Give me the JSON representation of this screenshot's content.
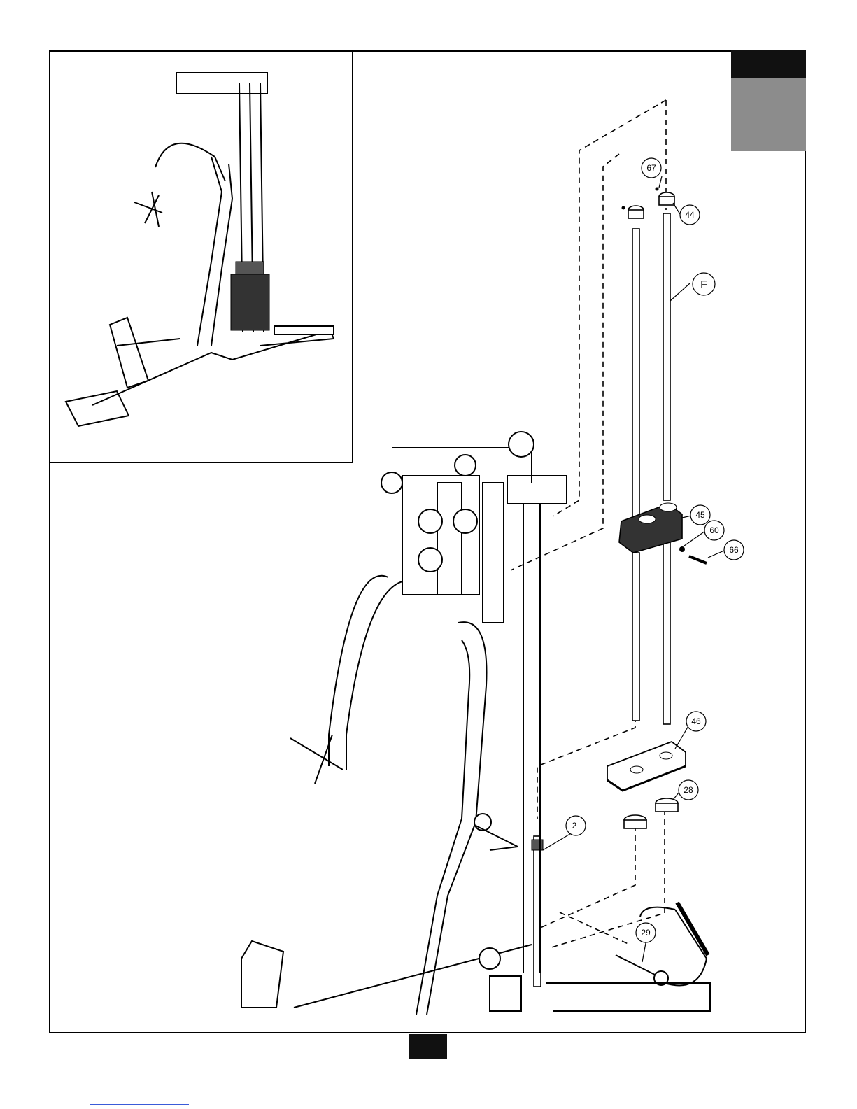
{
  "callouts": {
    "c67": "67",
    "c44": "44",
    "cF": "F",
    "c45": "45",
    "c60": "60",
    "c66": "66",
    "c46": "46",
    "c28": "28",
    "c2": "2",
    "c29": "29"
  },
  "colors": {
    "tab_dark": "#111111",
    "tab_gray": "#8c8c8c",
    "link_underline": "#3a5bd9"
  }
}
